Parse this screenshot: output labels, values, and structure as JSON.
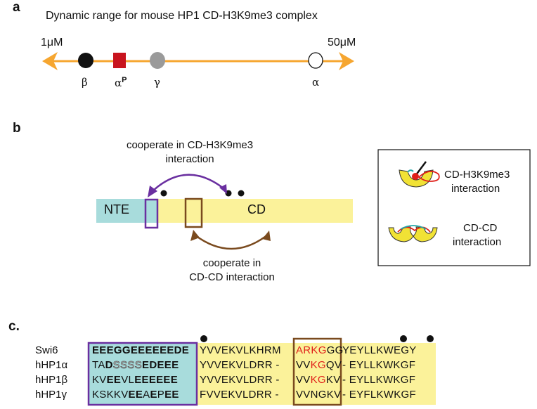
{
  "panel_a": {
    "letter": "a",
    "title": "Dynamic range for mouse HP1 CD-H3K9me3 complex",
    "left_label": "1μM",
    "right_label": "50μM",
    "markers": [
      {
        "label": "β",
        "sup": "",
        "shape": "circle",
        "color": "#111111"
      },
      {
        "label": "α",
        "sup": "P",
        "shape": "square",
        "color": "#c8141e"
      },
      {
        "label": "γ",
        "sup": "",
        "shape": "circle",
        "color": "#9a9a9a"
      },
      {
        "label": "α",
        "sup": "",
        "shape": "circle",
        "color": "#ffffff"
      }
    ],
    "arrow_color": "#f6a630"
  },
  "panel_b": {
    "letter": "b",
    "top_arc_label_1": "cooperate in CD-H3K9me3",
    "top_arc_label_2": "interaction",
    "bottom_arc_label_1": "cooperate in",
    "bottom_arc_label_2": "CD-CD interaction",
    "nte_label": "NTE",
    "cd_label": "CD",
    "legend": {
      "item1_line1": "CD-H3K9me3",
      "item1_line2": "interaction",
      "item2_line1": "CD-CD",
      "item2_line2": "interaction"
    },
    "colors": {
      "nte": "#a8dcdc",
      "cd": "#fbf29a",
      "purple": "#6a2fa0",
      "brown": "#7a4a1e"
    }
  },
  "panel_c": {
    "letter": "c.",
    "rows": [
      {
        "name": "Swi6",
        "seg1": [
          [
            "EEEGGEEEEEEDE",
            "b"
          ]
        ],
        "seg2": "YVVEKVLKHRM",
        "seg3": [
          [
            "ARKG",
            "red"
          ],
          [
            "GG",
            ""
          ]
        ],
        "seg4": "YEYLLKWEGY"
      },
      {
        "name": "hHP1α",
        "seg1": [
          [
            "TA",
            ""
          ],
          [
            "D",
            "b"
          ],
          [
            "SSSS",
            "outline"
          ],
          [
            "EDEEE",
            "b"
          ]
        ],
        "seg2": "YVVEKVLDRR -",
        "seg3": [
          [
            "VV",
            ""
          ],
          [
            "KG",
            "red"
          ],
          [
            "QV",
            ""
          ]
        ],
        "seg4": "- EYLLKWKGF"
      },
      {
        "name": "hHP1β",
        "seg1": [
          [
            "KV",
            ""
          ],
          [
            "EE",
            "b"
          ],
          [
            "VL",
            ""
          ],
          [
            "EEEEEE",
            "b"
          ]
        ],
        "seg2": "YVVEKVLDRR -",
        "seg3": [
          [
            "VV",
            ""
          ],
          [
            "KG",
            "red"
          ],
          [
            "KV",
            ""
          ]
        ],
        "seg4": "- EYLLKWKGF"
      },
      {
        "name": "hHP1γ",
        "seg1": [
          [
            "KSKKV",
            ""
          ],
          [
            "EE",
            "b"
          ],
          [
            "A",
            ""
          ],
          [
            "E",
            "b"
          ],
          [
            "P",
            ""
          ],
          [
            "EE",
            "b"
          ]
        ],
        "seg2": "FVVEKVLDRR -",
        "seg3": [
          [
            "VVNGKV",
            ""
          ]
        ],
        "seg4": "- EYFLKWKGF"
      }
    ]
  }
}
